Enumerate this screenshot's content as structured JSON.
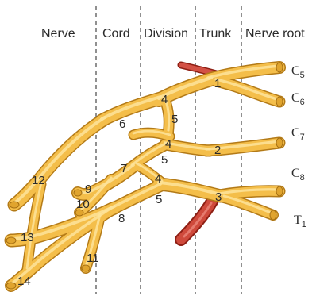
{
  "headers": {
    "nerve": "Nerve",
    "cord": "Cord",
    "division": "Division",
    "trunk": "Trunk",
    "nerve_root": "Nerve root"
  },
  "roots": {
    "c5": {
      "letter": "C",
      "sub": "5"
    },
    "c6": {
      "letter": "C",
      "sub": "6"
    },
    "c7": {
      "letter": "C",
      "sub": "7"
    },
    "c8": {
      "letter": "C",
      "sub": "8"
    },
    "t1": {
      "letter": "T",
      "sub": "1"
    }
  },
  "labels": {
    "n1": "1",
    "n2": "2",
    "n3": "3",
    "n4a": "4",
    "n4b": "4",
    "n4c": "4",
    "n5a": "5",
    "n5b": "5",
    "n5c": "5",
    "n6": "6",
    "n7": "7",
    "n8": "8",
    "n9": "9",
    "n10": "10",
    "n11": "11",
    "n12": "12",
    "n13": "13",
    "n14": "14"
  },
  "colors": {
    "nerve_fill": "#f4be4a",
    "nerve_outline": "#b37a17",
    "artery": "#c0392b"
  }
}
